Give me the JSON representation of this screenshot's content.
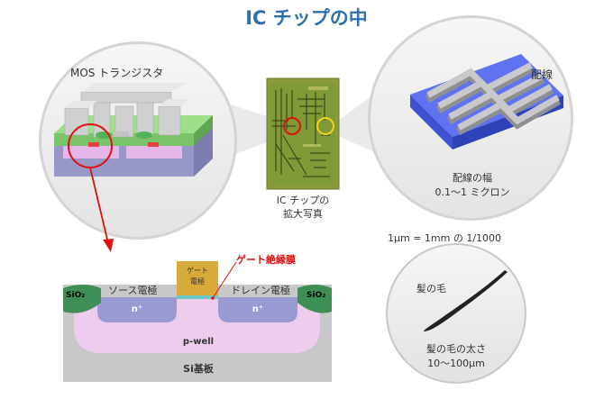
{
  "title": "IC チップの中",
  "mos_label": "MOS トランジスタ",
  "wiring_label": "配線",
  "wiring_width_line1": "配線の幅",
  "wiring_width_line2": "0.1～1 ミクロン",
  "chip_photo_line1": "IC チップの",
  "chip_photo_line2": "拡大写真",
  "unit_note": "1μm = 1mm の 1/1000",
  "cross_section": {
    "gate_line1": "ゲート",
    "gate_line2": "電極",
    "gate_insulator": "ゲート絶縁膜",
    "source": "ソース電極",
    "drain": "ドレイン電極",
    "sio2_left": "SiO₂",
    "sio2_right": "SiO₂",
    "n_left": "n⁺",
    "n_right": "n⁺",
    "p_well": "p-well",
    "substrate": "Si基板"
  },
  "hair": {
    "label": "髪の毛",
    "thickness_line1": "髪の毛の太さ",
    "thickness_line2": "10～100μm"
  },
  "colors": {
    "title_blue": "#2e6fb0",
    "gate_insulator_red": "#e01010",
    "gate_gold": "#d9a93a",
    "n_plus": "#9a9ad2",
    "p_well": "#eeccee",
    "sio2_green": "#3e8e55",
    "wiring_blue": "#3f5be0",
    "chip_green": "#7a9a34"
  }
}
